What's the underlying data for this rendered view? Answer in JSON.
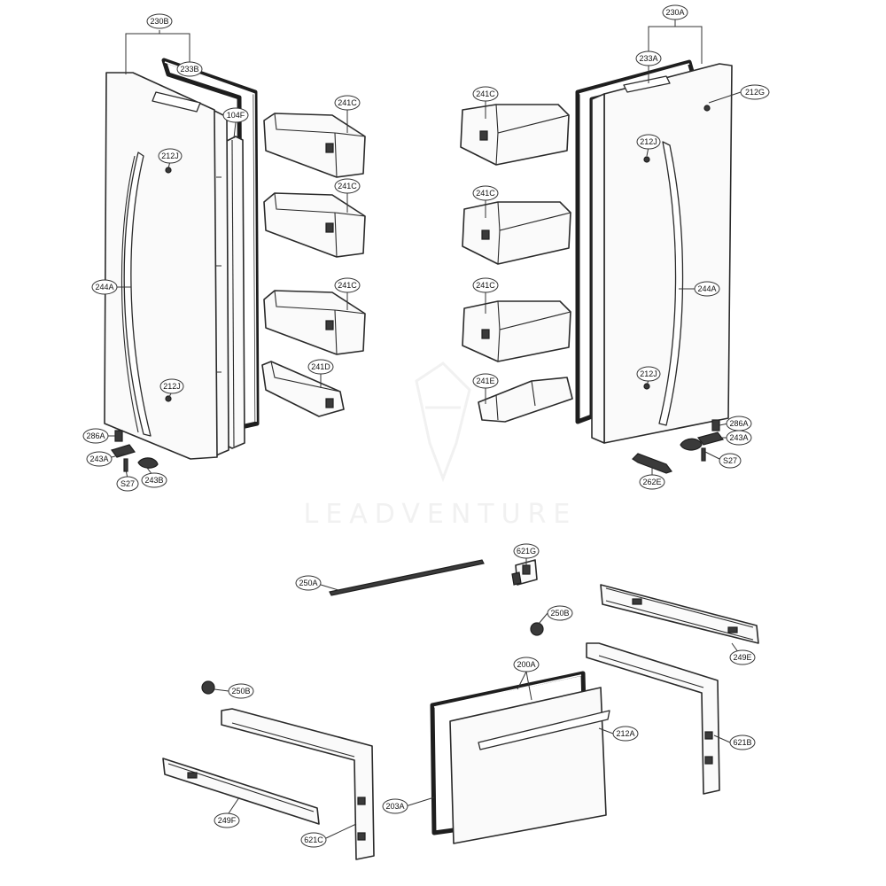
{
  "watermark": "LEADVENTURE",
  "parts": [
    {
      "id": "230B",
      "label": "230B"
    },
    {
      "id": "233B",
      "label": "233B"
    },
    {
      "id": "104F",
      "label": "104F"
    },
    {
      "id": "241C",
      "label": "241C"
    },
    {
      "id": "241D",
      "label": "241D"
    },
    {
      "id": "241E",
      "label": "241E"
    },
    {
      "id": "212J",
      "label": "212J"
    },
    {
      "id": "244A",
      "label": "244A"
    },
    {
      "id": "286A",
      "label": "286A"
    },
    {
      "id": "243A",
      "label": "243A"
    },
    {
      "id": "243B",
      "label": "243B"
    },
    {
      "id": "S27",
      "label": "S27"
    },
    {
      "id": "230A",
      "label": "230A"
    },
    {
      "id": "233A",
      "label": "233A"
    },
    {
      "id": "212G",
      "label": "212G"
    },
    {
      "id": "262E",
      "label": "262E"
    },
    {
      "id": "621G",
      "label": "621G"
    },
    {
      "id": "250A",
      "label": "250A"
    },
    {
      "id": "250B",
      "label": "250B"
    },
    {
      "id": "249E",
      "label": "249E"
    },
    {
      "id": "200A",
      "label": "200A"
    },
    {
      "id": "212A",
      "label": "212A"
    },
    {
      "id": "621B",
      "label": "621B"
    },
    {
      "id": "203A",
      "label": "203A"
    },
    {
      "id": "249F",
      "label": "249F"
    },
    {
      "id": "621C",
      "label": "621C"
    }
  ]
}
